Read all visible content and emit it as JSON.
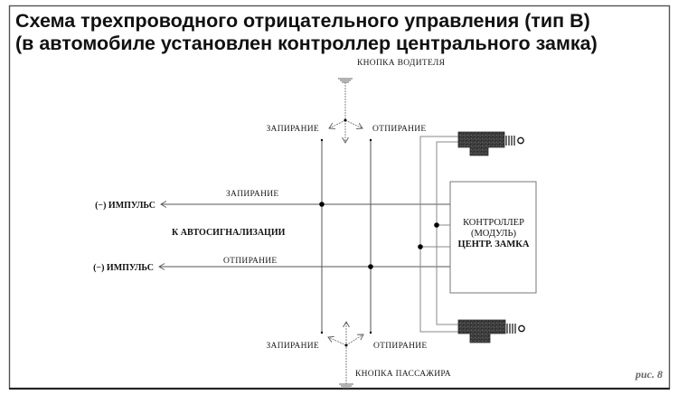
{
  "title": {
    "line1": "Схема трехпроводного отрицательного управления (тип В)",
    "line2": "(в автомобиле установлен контроллер центрального замка)"
  },
  "driver_button": {
    "label": "КНОПКА ВОДИТЕЛЯ",
    "lock_label": "ЗАПИРАНИЕ",
    "unlock_label": "ОТПИРАНИЕ"
  },
  "passenger_button": {
    "label": "КНОПКА ПАССАЖИРА",
    "lock_label": "ЗАПИРАНИЕ",
    "unlock_label": "ОТПИРАНИЕ"
  },
  "alarm": {
    "label": "К АВТОСИГНАЛИЗАЦИИ",
    "lock_wire_label": "ЗАПИРАНИЕ",
    "unlock_wire_label": "ОТПИРАНИЕ",
    "lock_pulse_label": "(−) ИМПУЛЬС",
    "unlock_pulse_label": "(−) ИМПУЛЬС"
  },
  "controller": {
    "line1": "КОНТРОЛЛЕР",
    "line2": "(МОДУЛЬ)",
    "line3": "ЦЕНТР. ЗАМКА"
  },
  "figure_label": "рис. 8"
}
